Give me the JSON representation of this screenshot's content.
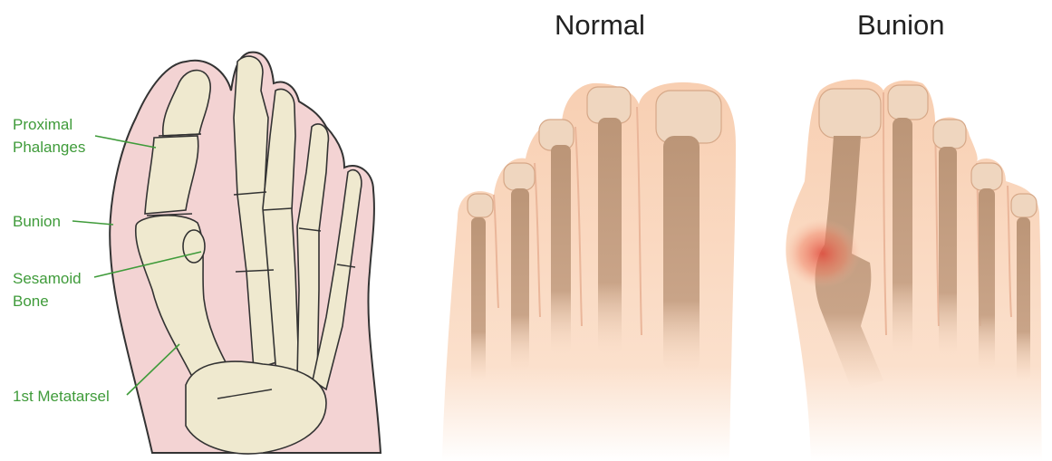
{
  "left_panel": {
    "labels": {
      "proximal_phalanges_line1": "Proximal",
      "proximal_phalanges_line2": "Phalanges",
      "bunion": "Bunion",
      "sesamoid_line1": "Sesamoid",
      "sesamoid_line2": "Bone",
      "first_metatarsel": "1st Metatarsel"
    }
  },
  "panels": {
    "normal_title": "Normal",
    "bunion_title": "Bunion"
  },
  "colors": {
    "label_green": "#3f9b3a",
    "skin_pink": "#f3d3d3",
    "bone_cream": "#efe9cf",
    "skin_peach": "#f9d2b6",
    "bone_tan": "#b99478",
    "inflammation_red": "#e04a3c"
  }
}
